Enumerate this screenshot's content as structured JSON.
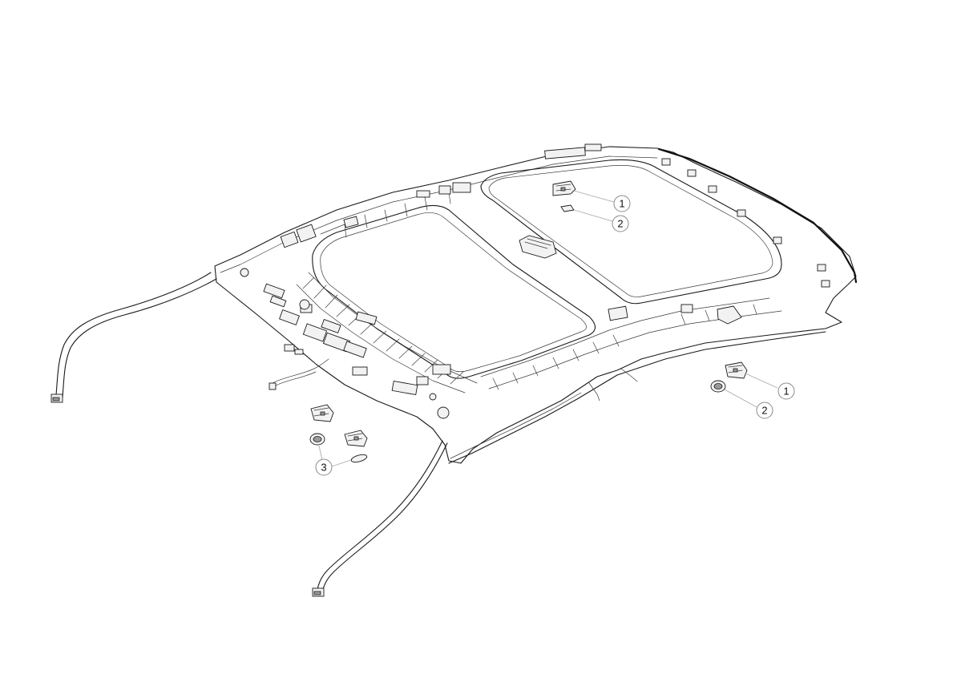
{
  "diagram": {
    "callouts": [
      {
        "id": "callout-1-top",
        "label": "1"
      },
      {
        "id": "callout-2-top",
        "label": "2"
      },
      {
        "id": "callout-1-right",
        "label": "1"
      },
      {
        "id": "callout-2-right",
        "label": "2"
      },
      {
        "id": "callout-3-left",
        "label": "3"
      }
    ]
  }
}
